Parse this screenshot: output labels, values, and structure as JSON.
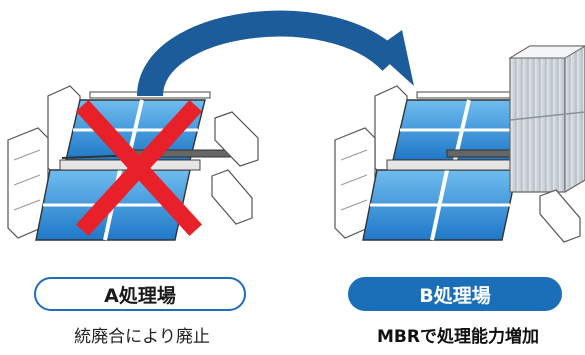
{
  "plant_a": {
    "name": "A処理場",
    "note": "統廃合により廃止",
    "status_mark": "cross-mark"
  },
  "plant_b": {
    "name": "B処理場",
    "note": "MBRで処理能力増加"
  },
  "flow": {
    "direction": "A to B",
    "arrow_color": "#1d5c9a"
  },
  "colors": {
    "water": "#2a8ad6",
    "water_light": "#7cc4f0",
    "cross": "#e8202a",
    "label_border": "#1f6fb8",
    "label_fill": "#1b6fb9"
  }
}
